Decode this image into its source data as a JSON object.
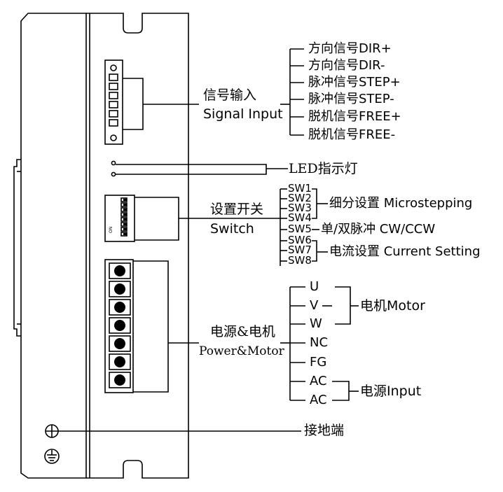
{
  "signal": {
    "title_cn": "信号输入",
    "title_en": "Signal Input",
    "items": [
      "方向信号DIR+",
      "方向信号DIR-",
      "脉冲信号STEP+",
      "脉冲信号STEP-",
      "脱机信号FREE+",
      "脱机信号FREE-"
    ]
  },
  "led": {
    "label": "LED指示灯"
  },
  "switch": {
    "title_cn": "设置开关",
    "title_en": "Switch",
    "sw": [
      "SW1",
      "SW2",
      "SW3",
      "SW4",
      "SW5",
      "SW6",
      "SW7",
      "SW8"
    ],
    "groups": {
      "microstep": "细分设置 Microstepping",
      "pulse_mode": "单/双脉冲  CW/CCW",
      "current": "电流设置 Current Setting"
    },
    "dip_label": "ON"
  },
  "power": {
    "title_cn": "电源&电机",
    "title_en": "Power&Motor",
    "terminals": [
      "U",
      "V",
      "W",
      "NC",
      "FG",
      "AC",
      "AC"
    ],
    "motor_label": "电机Motor",
    "input_label": "电源Input"
  },
  "ground": {
    "label": "接地端"
  }
}
